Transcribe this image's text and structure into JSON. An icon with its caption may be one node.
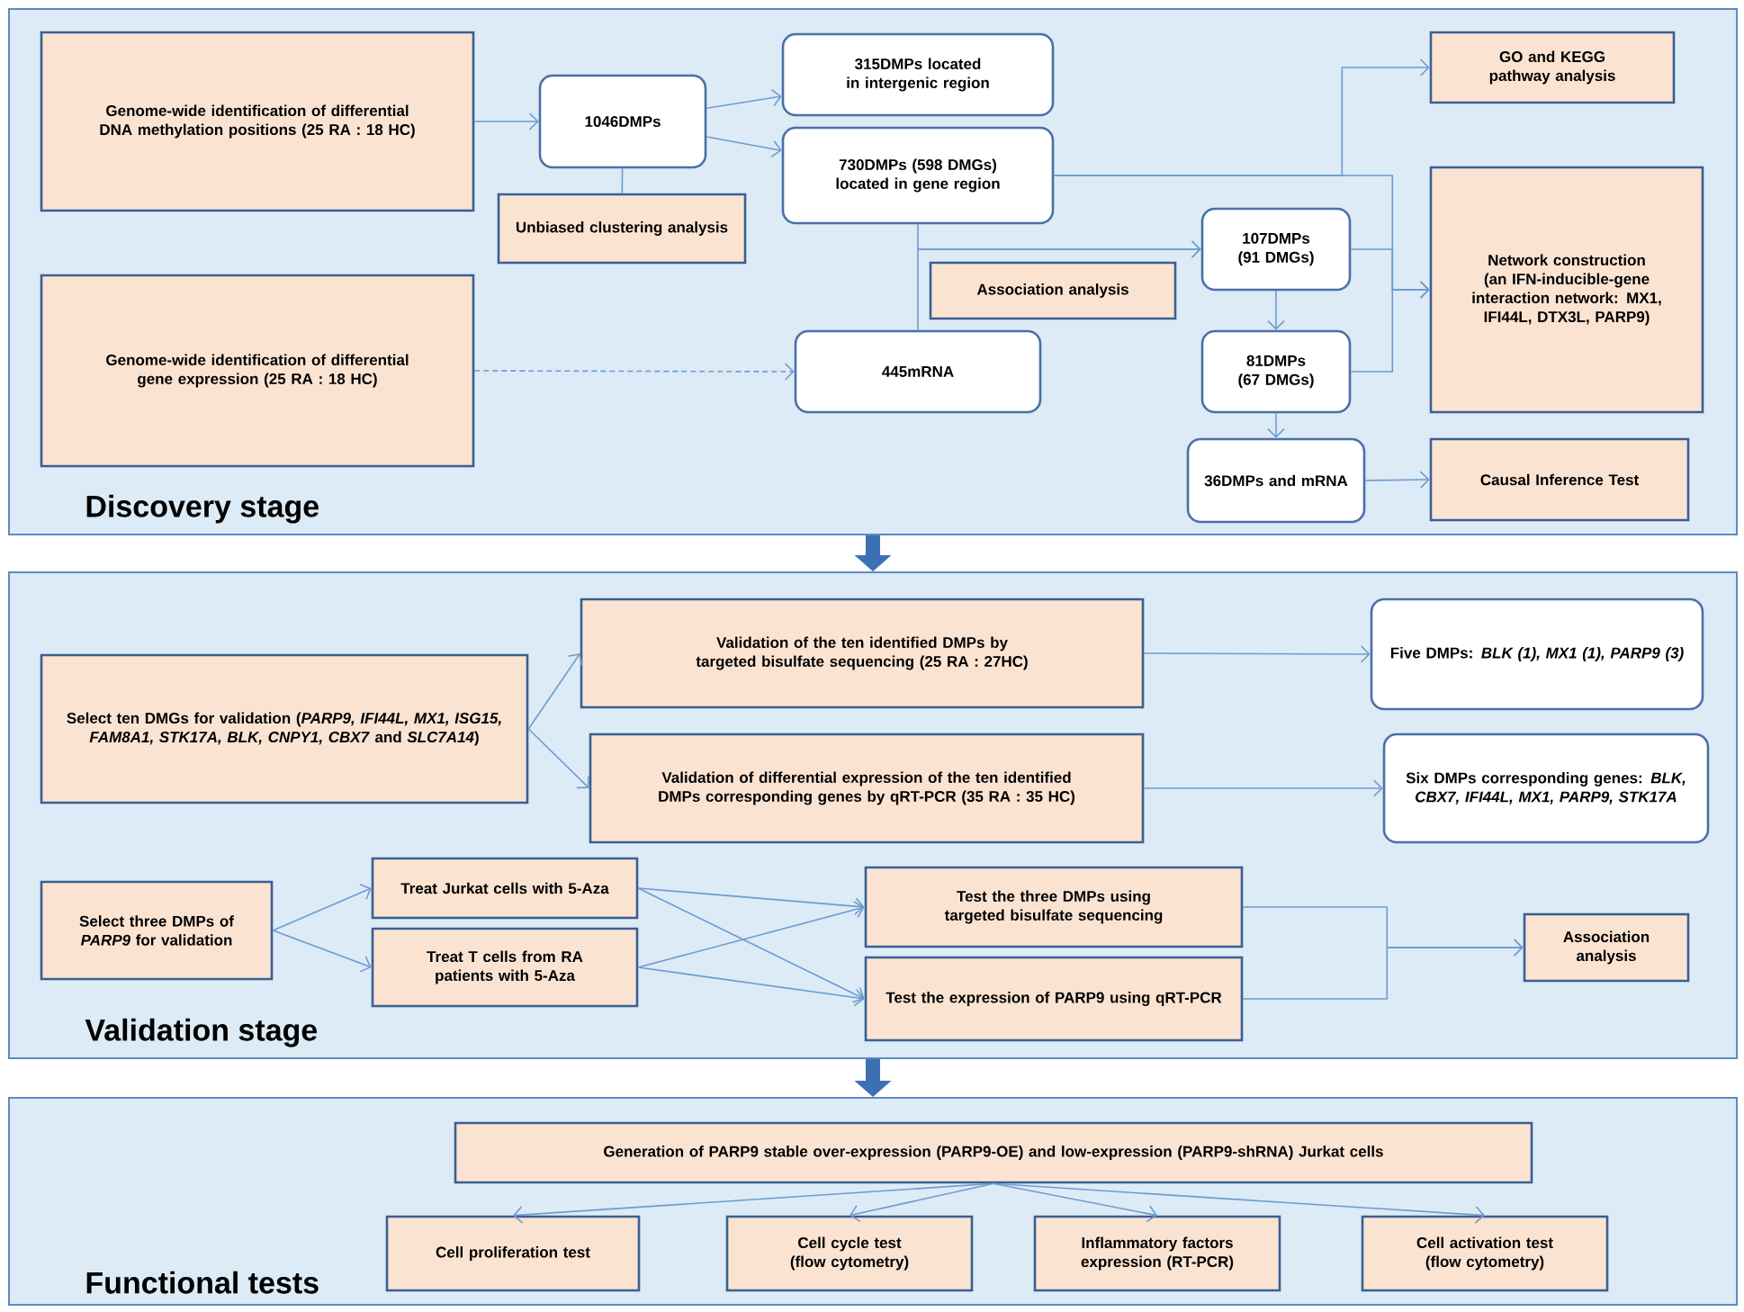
{
  "diagram": {
    "nodes": [
      {
        "text": [
          "Discovery stage"
        ]
      },
      {
        "text": [
          "Genome-wide identification of differential DNA methylation positions (25 RA : 18 HC)"
        ],
        "in": 0
      },
      {
        "text": [
          "1046DMPs"
        ],
        "in": 0
      },
      {
        "text": [
          "Unbiased clustering analysis"
        ],
        "in": 0
      },
      {
        "text": [
          "315DMPs located in intergenic region"
        ],
        "in": 0
      },
      {
        "text": [
          "730DMPs (598 DMGs) located in gene region"
        ],
        "in": 0
      },
      {
        "text": [
          "Genome-wide identification of differential gene expression (25 RA : 18 HC)"
        ],
        "in": 0
      },
      {
        "text": [
          "Association analysis"
        ],
        "in": 0
      },
      {
        "text": [
          "445mRNA"
        ],
        "in": 0
      },
      {
        "text": [
          "107DMPs (91 DMGs)"
        ],
        "in": 0
      },
      {
        "text": [
          "81DMPs (67 DMGs)"
        ],
        "in": 0
      },
      {
        "text": [
          "36DMPs and mRNA"
        ],
        "in": 0
      },
      {
        "text": [
          "GO and KEGG pathway analysis"
        ],
        "in": 0
      },
      {
        "text": [
          "Network construction (an IFN-inducible-gene interaction network: MX1, IFI44L, DTX3L, PARP9)"
        ],
        "in": 0
      },
      {
        "text": [
          "Causal Inference Test"
        ],
        "in": 0
      },
      {
        "text": [
          "Validation stage"
        ]
      },
      {
        "text": [
          "Select ten DMGs for validation (*PARP9, IFI44L, MX1, ISG15, FAM8A1, STK17A, BLK, CNPY1, CBX7* and *SLC7A14*)"
        ],
        "in": 15
      },
      {
        "text": [
          "Validation of the ten identified DMPs by targeted bisulfate sequencing (25 RA : 27HC)"
        ],
        "in": 15
      },
      {
        "text": [
          "Validation of differential expression of the ten identified DMPs corresponding genes by qRT-PCR (35 RA : 35 HC)"
        ],
        "in": 15
      },
      {
        "text": [
          "Five DMPs: *BLK (1), MX1 (1), PARP9 (3)*"
        ],
        "in": 15
      },
      {
        "text": [
          "Six DMPs corresponding genes: *BLK, CBX7, IFI44L, MX1, PARP9, STK17A*"
        ],
        "in": 15
      },
      {
        "text": [
          "Select three DMPs of *PARP9* for validation"
        ],
        "in": 15
      },
      {
        "text": [
          "Treat Jurkat cells with 5-Aza"
        ],
        "in": 15
      },
      {
        "text": [
          "Treat T cells from RA patients with 5-Aza"
        ],
        "in": 15
      },
      {
        "text": [
          "Test the three DMPs using targeted bisulfate sequencing"
        ],
        "in": 15
      },
      {
        "text": [
          "Test the expression of PARP9 using qRT-PCR"
        ],
        "in": 15
      },
      {
        "text": [
          "Association analysis"
        ],
        "in": 15
      },
      {
        "text": [
          "Functional tests"
        ]
      },
      {
        "text": [
          "Generation of PARP9 stable over-expression (PARP9-OE) and low-expression (PARP9-shRNA) Jurkat cells"
        ],
        "in": 27
      },
      {
        "text": [
          "Cell proliferation test"
        ],
        "in": 27
      },
      {
        "text": [
          "Cell cycle test (flow cytometry)"
        ],
        "in": 27
      },
      {
        "text": [
          "Inflammatory factors expression (RT-PCR)"
        ],
        "in": 27
      },
      {
        "text": [
          "Cell activation test (flow cytometry)"
        ],
        "in": 27
      }
    ],
    "edges": [
      {
        "from": 1,
        "to": 2,
        "arrow": "to"
      },
      {
        "from": 2,
        "to": 4,
        "arrow": "to"
      },
      {
        "from": 2,
        "to": 5,
        "arrow": "to"
      },
      {
        "from": 2,
        "to": 3,
        "arrow": "none"
      },
      {
        "from": 6,
        "to": 8,
        "arrow": "to",
        "style": "dashed"
      },
      {
        "from": 5,
        "to": 9,
        "arrow": "to"
      },
      {
        "from": 8,
        "to": 9,
        "arrow": "to"
      },
      {
        "from": 5,
        "to": 12,
        "arrow": "to"
      },
      {
        "from": 5,
        "to": 13,
        "arrow": "to"
      },
      {
        "from": 9,
        "to": 13,
        "arrow": "to"
      },
      {
        "from": 10,
        "to": 13,
        "arrow": "to"
      },
      {
        "from": 9,
        "to": 10,
        "arrow": "to"
      },
      {
        "from": 10,
        "to": 11,
        "arrow": "to"
      },
      {
        "from": 11,
        "to": 14,
        "arrow": "to"
      },
      {
        "from": 0,
        "to": 15,
        "arrow": "to",
        "style": "thick",
        "color": "#3c70b4"
      },
      {
        "from": 16,
        "to": 17,
        "arrow": "to"
      },
      {
        "from": 16,
        "to": 18,
        "arrow": "to"
      },
      {
        "from": 17,
        "to": 19,
        "arrow": "to"
      },
      {
        "from": 18,
        "to": 20,
        "arrow": "to"
      },
      {
        "from": 21,
        "to": 22,
        "arrow": "to"
      },
      {
        "from": 21,
        "to": 23,
        "arrow": "to"
      },
      {
        "from": 22,
        "to": 24,
        "arrow": "to"
      },
      {
        "from": 22,
        "to": 25,
        "arrow": "to"
      },
      {
        "from": 23,
        "to": 24,
        "arrow": "to"
      },
      {
        "from": 23,
        "to": 25,
        "arrow": "to"
      },
      {
        "from": 24,
        "to": 26,
        "arrow": "to"
      },
      {
        "from": 25,
        "to": 26,
        "arrow": "to"
      },
      {
        "from": 15,
        "to": 27,
        "arrow": "to",
        "style": "thick",
        "color": "#3c70b4"
      },
      {
        "from": 28,
        "to": 29,
        "arrow": "to"
      },
      {
        "from": 28,
        "to": 30,
        "arrow": "to"
      },
      {
        "from": 28,
        "to": 31,
        "arrow": "to"
      },
      {
        "from": 28,
        "to": 32,
        "arrow": "to"
      }
    ]
  }
}
